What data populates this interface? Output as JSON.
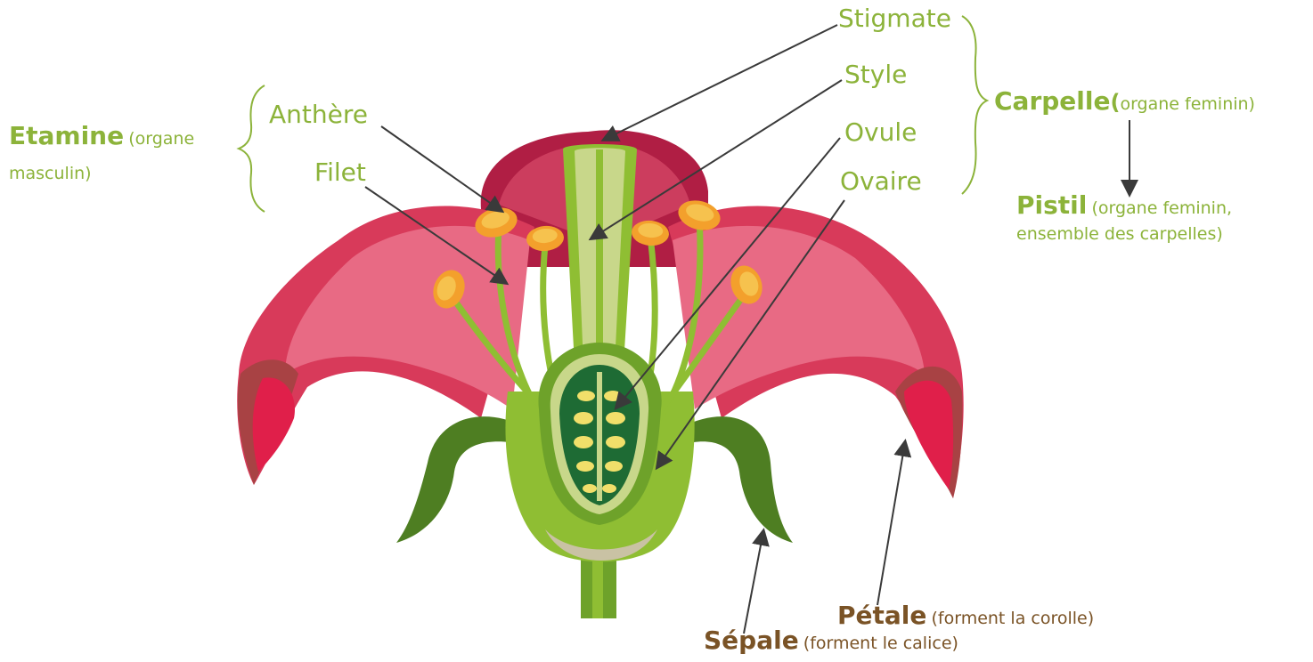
{
  "colors": {
    "label_green": "#8cb33a",
    "label_brown": "#7a5326",
    "arrow": "#3a3a3a",
    "petal_outer": "#d83a5a",
    "petal_inner": "#e86a84",
    "petal_dark": "#b01e44",
    "petal_back": "#a84244",
    "sepal": "#4e7e22",
    "receptacle": "#8fbe33",
    "style_light": "#c8d78a",
    "ovary_inner": "#1e6b34",
    "ovule": "#f1df6a",
    "anther": "#f3a02c",
    "stem": "#6ea22a"
  },
  "labels": {
    "stigmate": "Stigmate",
    "style": "Style",
    "ovule": "Ovule",
    "ovaire": "Ovaire",
    "anthere": "Anthère",
    "filet": "Filet",
    "etamine_title": "Etamine",
    "etamine_desc_line1": "(organe",
    "etamine_desc_line2": "masculin)",
    "carpelle_title": "Carpelle",
    "carpelle_paren": "(",
    "carpelle_desc": "organe feminin)",
    "pistil_title": "Pistil",
    "pistil_desc_line1": "(organe feminin,",
    "pistil_desc_line2": "ensemble des carpelles)",
    "petale_title": "Pétale",
    "petale_desc": "(forment la corolle)",
    "sepale_title": "Sépale",
    "sepale_desc": "(forment le calice)"
  }
}
